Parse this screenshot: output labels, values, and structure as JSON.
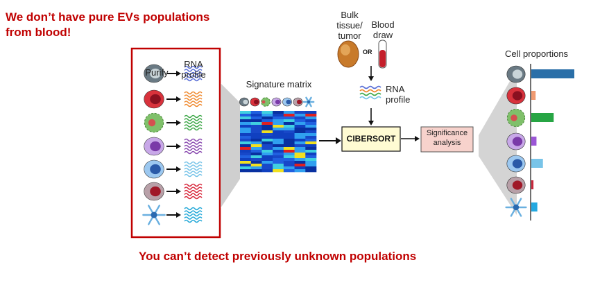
{
  "notes": {
    "top_line1": "We don’t have pure EVs populations",
    "top_line2": "from blood!",
    "bottom": "You can’t detect previously unknown populations"
  },
  "left_panel": {
    "purify": "Purify",
    "rna_profile": "RNA\nprofile",
    "cells": [
      "monocyte",
      "erythrocyte",
      "granulocyte",
      "plasma cell",
      "lymphocyte",
      "neutrophil",
      "dendritic cell"
    ],
    "wave_colors": [
      "#5a6fd6",
      "#f08a30",
      "#3fa84a",
      "#8a4bb0",
      "#78c4e8",
      "#d8283c",
      "#23a8d8"
    ]
  },
  "signature": {
    "title": "Signature matrix"
  },
  "inputs": {
    "bulk": "Bulk\ntissue/\ntumor",
    "blood": "Blood\ndraw",
    "or": "OR",
    "rna_profile": "RNA\nprofile"
  },
  "cibersort": {
    "label": "CIBERSORT"
  },
  "significance": {
    "label": "Significance\nanalysis"
  },
  "proportions": {
    "title": "Cell proportions",
    "values": [
      1.0,
      0.1,
      0.52,
      0.12,
      0.27,
      0.05,
      0.14
    ],
    "colors": [
      "#2a6fa8",
      "#f09a70",
      "#27a544",
      "#9b56d6",
      "#78c4e8",
      "#c8283c",
      "#23a8e0"
    ]
  }
}
